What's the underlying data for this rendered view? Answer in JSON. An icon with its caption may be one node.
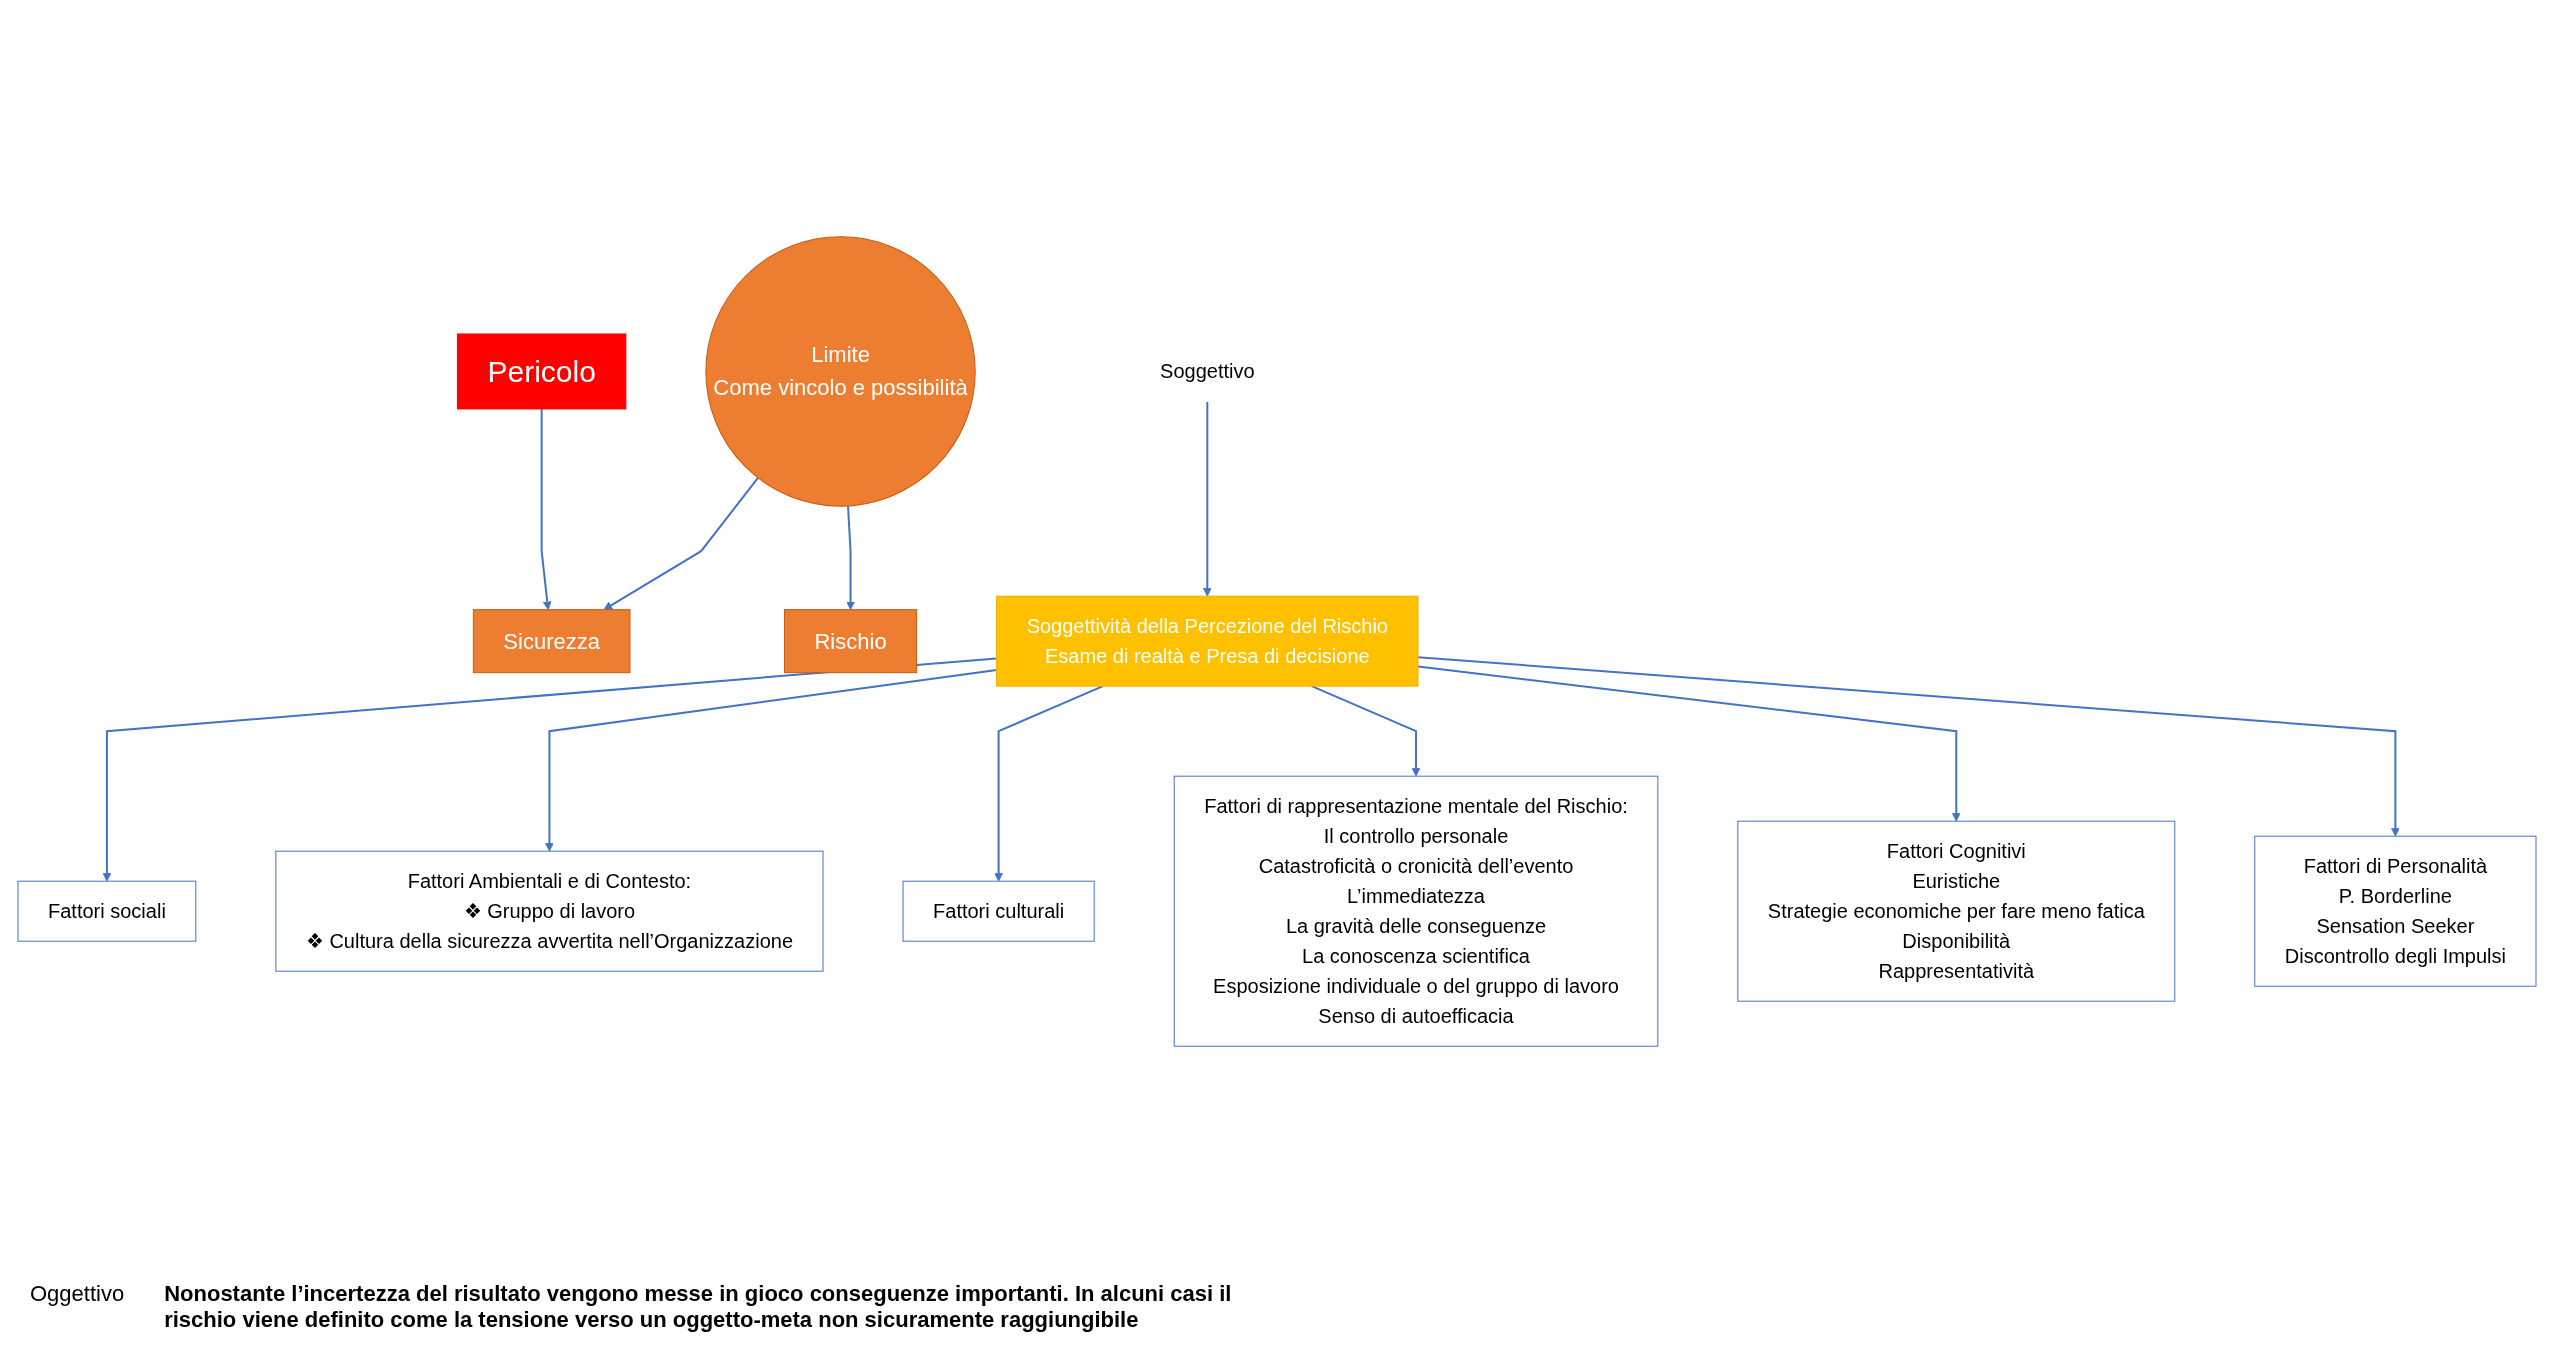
{
  "diagram": {
    "nodes": [
      {
        "text": [
          "Sicurezza"
        ]
      },
      {
        "text": [
          "Rischio"
        ]
      },
      {
        "text": [
          "Limite",
          "Come vincolo e possibilità"
        ]
      },
      {
        "text": [
          "Pericolo"
        ]
      },
      {
        "text": [
          "Soggettivo"
        ]
      },
      {
        "text": [
          "Soggettività della Percezione del Rischio",
          "Esame di realtà e Presa di decisione"
        ]
      },
      {
        "text": [
          "Fattori sociali"
        ]
      },
      {
        "text": [
          "Fattori culturali"
        ]
      },
      {
        "text": [
          "Fattori Ambientali e di Contesto:",
          "❖ Gruppo di lavoro",
          "❖ Cultura della sicurezza avvertita nell’Organizzazione"
        ]
      },
      {
        "text": [
          "Fattori di rappresentazione mentale del Rischio:",
          "Il controllo personale",
          "Catastroficità o cronicità dell’evento",
          "L’immediatezza",
          "La gravità delle conseguenze",
          "La conoscenza scientifica",
          "Esposizione individuale o del gruppo di lavoro",
          "Senso di autoefficacia"
        ]
      },
      {
        "text": [
          "Fattori Cognitivi",
          "Euristiche",
          "Strategie economiche per fare meno fatica",
          "Disponibilità",
          "Rappresentatività"
        ]
      },
      {
        "text": [
          "Fattori di Personalità",
          "P. Borderline",
          "Sensation Seeker",
          "Discontrollo degli Impulsi"
        ]
      }
    ],
    "edges": [
      {
        "from": 3,
        "to": 0,
        "arrow": "to"
      },
      {
        "from": 2,
        "to": 0,
        "arrow": "to"
      },
      {
        "from": 2,
        "to": 1,
        "arrow": "to"
      },
      {
        "from": 4,
        "to": 5,
        "arrow": "to"
      },
      {
        "from": 5,
        "to": 6,
        "arrow": "to"
      },
      {
        "from": 5,
        "to": 8,
        "arrow": "to"
      },
      {
        "from": 5,
        "to": 7,
        "arrow": "to"
      },
      {
        "from": 5,
        "to": 9,
        "arrow": "to"
      },
      {
        "from": 5,
        "to": 10,
        "arrow": "to"
      },
      {
        "from": 5,
        "to": 11,
        "arrow": "to"
      }
    ],
    "labels": [
      "Oggettivo",
      "Nonostante l’incertezza del risultato vengono messe in gioco conseguenze importanti. In alcuni casi il rischio viene definito come la tensione verso un oggetto-meta non sicuramente raggiungibile"
    ]
  }
}
